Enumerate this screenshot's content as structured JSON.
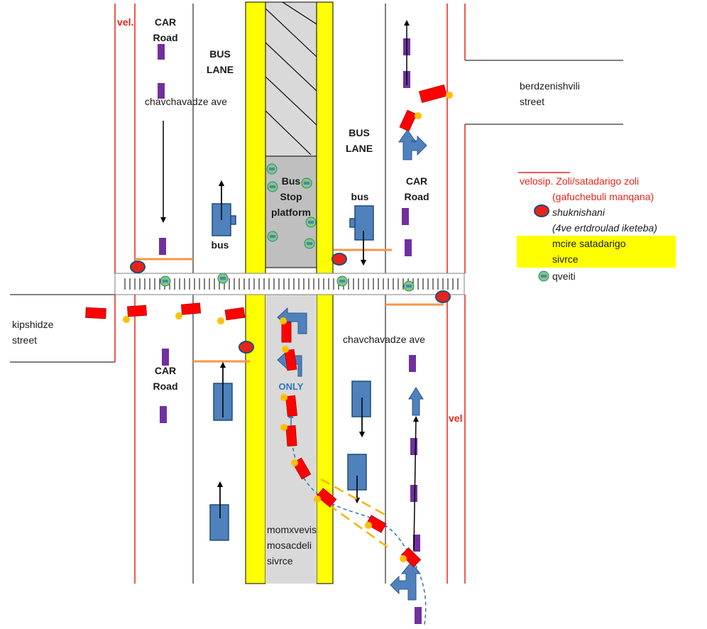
{
  "labels": {
    "vel_left": "vel.",
    "vel_right": "vel",
    "car_road_top_left_1": "CAR",
    "car_road_top_left_2": "Road",
    "bus_lane_left_1": "BUS",
    "bus_lane_left_2": "LANE",
    "chavchavadze_top": "chavchavadze ave",
    "berdzenishvili_1": "berdzenishvili",
    "berdzenishvili_2": "street",
    "bus_lane_right_1": "BUS",
    "bus_lane_right_2": "LANE",
    "car_road_right_1": "CAR",
    "car_road_right_2": "Road",
    "bus_stop_1": "Bus",
    "bus_stop_2": "Stop",
    "bus_stop_3": "platform",
    "bus_left": "bus",
    "bus_right": "bus",
    "kipshidze_1": "kipshidze",
    "kipshidze_2": "street",
    "car_road_bottom_1": "CAR",
    "car_road_bottom_2": "Road",
    "only": "ONLY",
    "chavchavadze_bottom": "chavchavadze ave",
    "momxvevis_1": "momxvevis",
    "momxvevis_2": "mosacdeli",
    "momxvevis_3": "sivrce"
  },
  "legend": {
    "bike_lane_1": "velosip. Zoli/satadarigo zoli",
    "bike_lane_2": "(gafuchebuli manqana)",
    "traffic_light_1": "shuknishani",
    "traffic_light_2": "(4ve ertdroulad iketeba)",
    "safety_zone_1": "mcire satadarigo",
    "safety_zone_2": "sivrce",
    "pedestrian": "qveiti"
  },
  "colors": {
    "yellow": "#ffff00",
    "red_car": "#ff0000",
    "blue_arrow": "#4f81bd",
    "purple_dash": "#7030a0",
    "orange_line": "#f79646",
    "red_line": "#e8231c",
    "gray_platform": "#bfbfbf",
    "gray_lane": "#d9d9d9",
    "pedestrian_green": "#7fc97f"
  }
}
